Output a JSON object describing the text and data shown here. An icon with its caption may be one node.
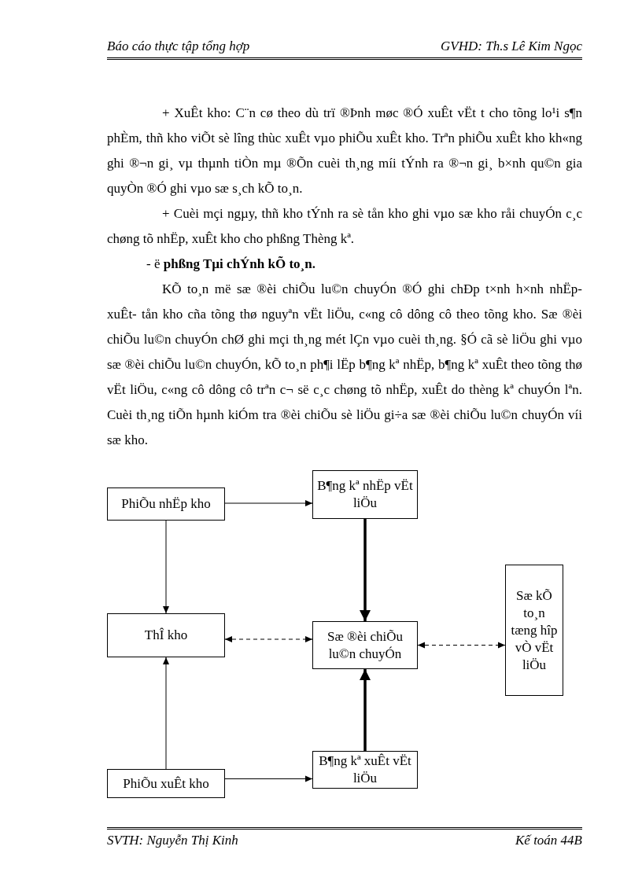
{
  "diagram": {
    "nodes": [
      {
        "text": [
          "PhiÕu nhËp kho"
        ]
      },
      {
        "text": [
          "B¶ng kª nhËp vËt liÖu"
        ]
      },
      {
        "text": [
          "ThÎ kho"
        ]
      },
      {
        "text": [
          "Sæ ®èi chiÕu lu©n chuyÓn"
        ]
      },
      {
        "text": [
          "Sæ kÕ to¸n tæng hîp vÒ vËt liÖu"
        ]
      },
      {
        "text": [
          "PhiÕu xuÊt kho"
        ]
      },
      {
        "text": [
          "B¶ng kª xuÊt vËt liÖu"
        ]
      }
    ],
    "edges": [
      {
        "from": 0,
        "to": 1,
        "arrow": "to"
      },
      {
        "from": 0,
        "to": 2,
        "arrow": "to"
      },
      {
        "from": 1,
        "to": 3,
        "arrow": "to",
        "style": "thick"
      },
      {
        "from": 2,
        "to": 3,
        "arrow": "both",
        "style": "dashed"
      },
      {
        "from": 3,
        "to": 4,
        "arrow": "both",
        "style": "dashed"
      },
      {
        "from": 5,
        "to": 2,
        "arrow": "to"
      },
      {
        "from": 6,
        "to": 3,
        "arrow": "to",
        "style": "thick"
      },
      {
        "from": 5,
        "to": 6,
        "arrow": "to"
      }
    ],
    "labels": [
      "Báo cáo thực tập tổng hợp",
      "GVHD: Th.s Lê Kim Ngọc",
      "+ XuÊt kho: C¨n cø theo dù trï ®Þnh møc ®Ó xuÊt vËt t cho tõng lo¹i s¶n phÈm, thñ kho viÕt sè lîng thùc xuÊt vµo phiÕu xuÊt kho. Trªn phiÕu xuÊt kho kh«ng ghi ®¬n gi¸ vµ thµnh tiÒn mµ ®Õn cuèi th¸ng míi tÝnh ra ®¬n gi¸ b×nh qu©n gia quyÒn ®Ó ghi vµo sæ s¸ch kÕ to¸n.",
      "+ Cuèi mçi ngµy, thñ kho tÝnh ra sè tån kho ghi vµo sæ kho råi chuyÓn c¸c chøng tõ nhËp, xuÊt kho cho phßng Thèng kª.",
      "- ë **phßng Tµi chÝnh kÕ to¸n.**",
      "KÕ to¸n më sæ ®èi chiÕu lu©n chuyÓn ®Ó ghi chÐp t×nh h×nh nhËp- xuÊt- tån kho cña tõng thø nguyªn vËt liÖu, c«ng cô dông cô theo tõng kho. Sæ ®èi chiÕu lu©n chuyÓn chØ ghi mçi th¸ng mét lÇn vµo cuèi th¸ng. §Ó cã sè liÖu ghi vµo sæ ®èi chiÕu lu©n chuyÓn, kÕ to¸n ph¶i lËp b¶ng kª nhËp, b¶ng kª xuÊt theo tõng thø vËt liÖu, c«ng cô dông cô trªn c¬ së c¸c chøng tõ nhËp, xuÊt do thèng kª chuyÓn lªn. Cuèi th¸ng tiÕn hµnh kiÓm tra ®èi chiÕu sè liÖu gi÷a sæ ®èi chiÕu lu©n chuyÓn víi sæ kho.",
      "SVTH: Nguyễn Thị Kinh",
      "Kế toán 44B"
    ]
  }
}
